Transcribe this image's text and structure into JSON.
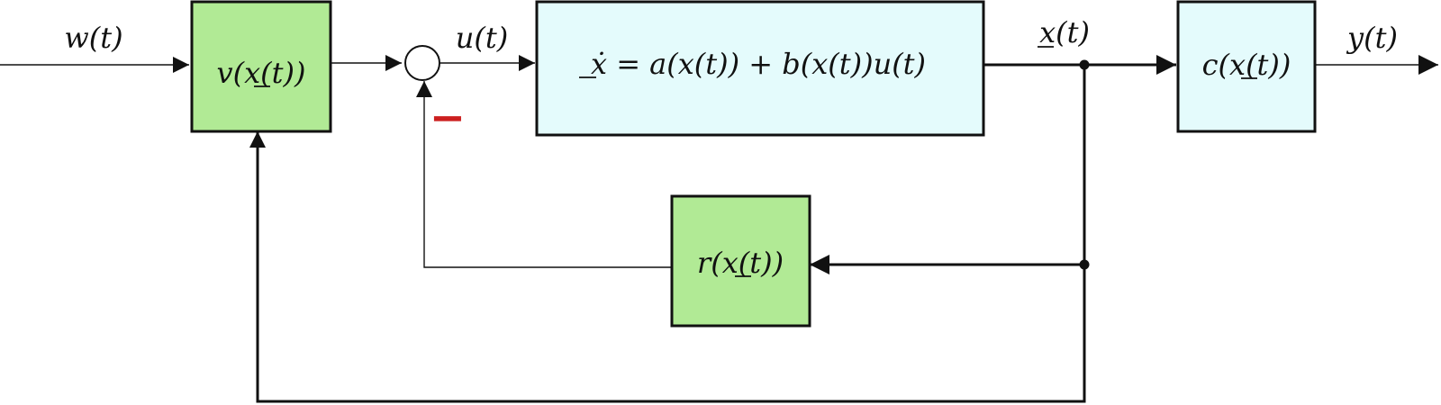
{
  "signals": {
    "w": "w(t)",
    "u": "u(t)",
    "x": "x(t)",
    "y": "y(t)"
  },
  "blocks": {
    "v": "v(x(t))",
    "plant": "ẋ = a(x(t)) + b(x(t))u(t)",
    "c": "c(x(t))",
    "r": "r(x(t))"
  },
  "summing_junction": {
    "sign": "−"
  },
  "colors": {
    "green_block": "#b1ea95",
    "cyan_block": "#e4fbfc",
    "minus_sign": "#cc1f1f",
    "line": "#111111"
  }
}
